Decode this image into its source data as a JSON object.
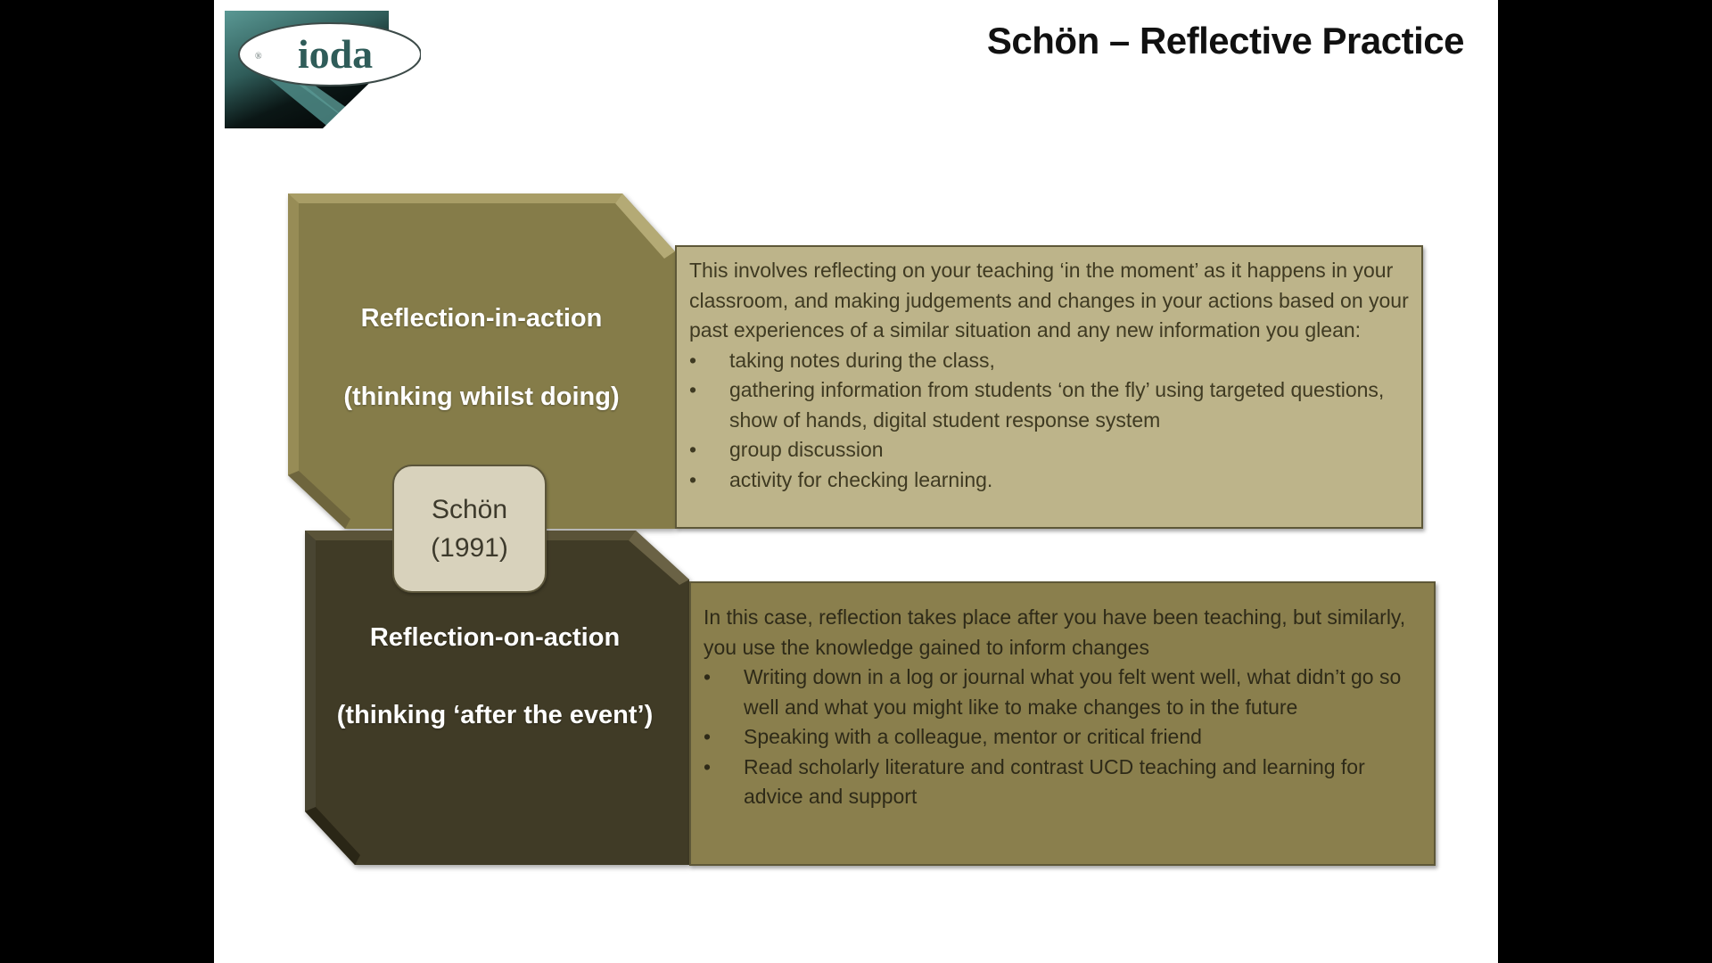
{
  "slide": {
    "title": "Schön – Reflective Practice",
    "logo": {
      "text": "ioda",
      "mark": "®",
      "colors": {
        "teal": "#4f8c88",
        "dark": "#0a1412"
      }
    }
  },
  "diagram": {
    "reflection_in_action": {
      "label": "Reflection-in-action",
      "subtitle": "(thinking whilst doing)",
      "color": "#857b4a",
      "description": {
        "intro": "This  involves reflecting on your teaching ‘in the moment’ as it happens in your classroom, and making judgements and changes in your actions based on your past experiences of a similar situation and any new information you glean:",
        "bullets": [
          "taking notes during the class,",
          "gathering information from students ‘on the fly’ using targeted questions, show of hands, digital student response system",
          "group discussion",
          "activity for checking learning."
        ],
        "color": "#bdb48a"
      }
    },
    "reflection_on_action": {
      "label": "Reflection-on-action",
      "subtitle": "(thinking ‘after the event’)",
      "color": "#403a26",
      "description": {
        "intro": "In this case, reflection takes place after you have been teaching, but similarly, you use the knowledge gained to inform changes",
        "bullets": [
          "Writing down in a log or journal what you felt went well, what didn’t go so well and what you might like to make changes to in the future",
          "Speaking with a colleague, mentor or critical friend",
          "Read scholarly literature and contrast UCD teaching and learning for advice and support"
        ],
        "color": "#8a7f4d"
      }
    },
    "citation": {
      "line1": "Schön",
      "line2": "(1991)"
    },
    "bullet_glyph": "•"
  }
}
